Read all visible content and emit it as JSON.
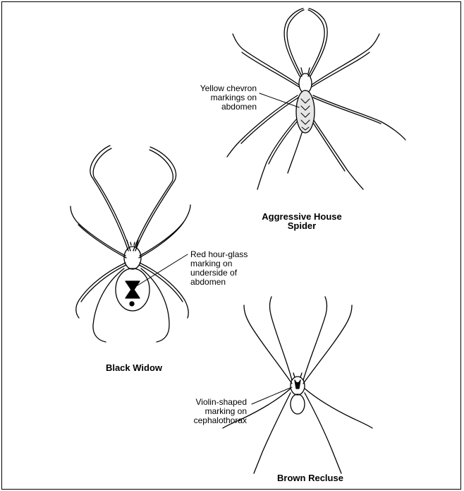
{
  "spiders": {
    "house": {
      "name_line1": "Aggressive House",
      "name_line2": "Spider",
      "note": [
        "Yellow chevron",
        "markings on",
        "abdomen"
      ]
    },
    "widow": {
      "name": "Black Widow",
      "note": [
        "Red hour-glass",
        "marking on",
        "underside of",
        "abdomen"
      ]
    },
    "recluse": {
      "name": "Brown Recluse",
      "note": [
        "Violin-shaped",
        "marking on",
        "cephalothorax"
      ]
    }
  }
}
